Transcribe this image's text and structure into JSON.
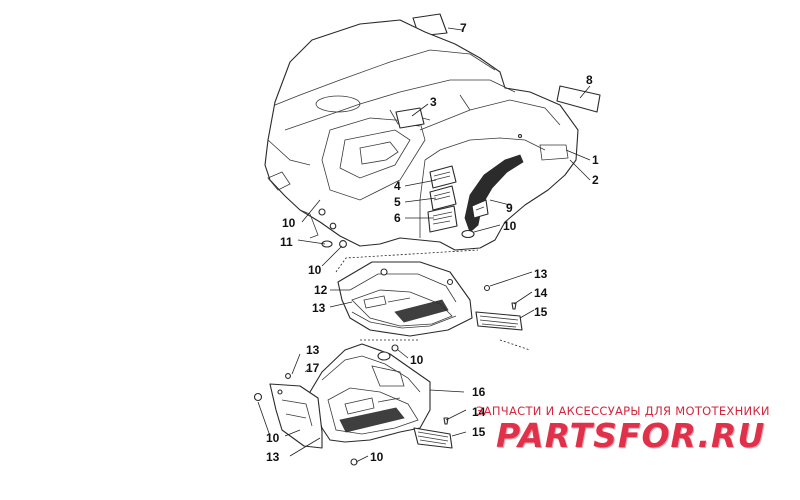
{
  "callouts": [
    "7",
    "8",
    "3",
    "1",
    "2",
    "4",
    "5",
    "6",
    "9",
    "10",
    "10",
    "11",
    "10",
    "13",
    "14",
    "15",
    "12",
    "13",
    "13",
    "17",
    "10",
    "16",
    "14",
    "15",
    "10",
    "13",
    "10"
  ],
  "banner": {
    "text": "ЗАПЧАСТИ И АКСЕССУАРЫ ДЛЯ МОТОТЕХНИКИ",
    "logo": "PARTSFOR.RU",
    "color": "#e0314a"
  }
}
